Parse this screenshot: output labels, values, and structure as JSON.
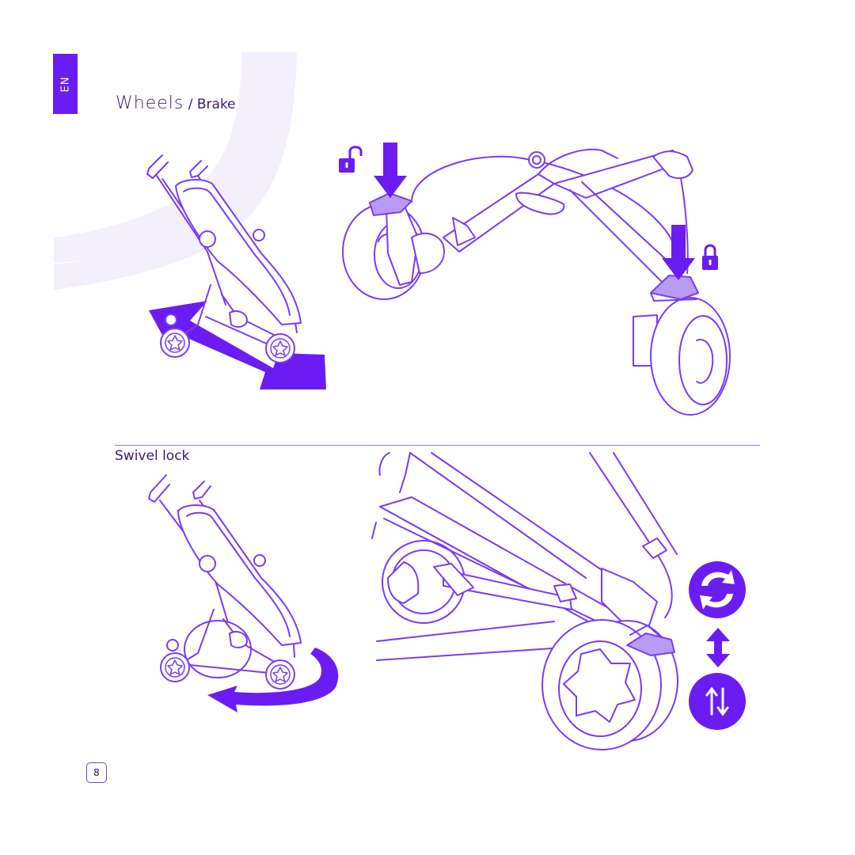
{
  "sidebar": {
    "language_tab": "EN"
  },
  "section_wheels": {
    "title_main": "Wheels",
    "title_sub": " / Brake"
  },
  "section_swivel": {
    "title": "Swivel lock"
  },
  "footer": {
    "page_number": "8"
  },
  "colors": {
    "accent": "#6b1cf2",
    "line": "#7a3cf0",
    "light_band": "#f2eefc",
    "fill_light": "#b89bf3"
  },
  "icons": [
    "unlock-icon",
    "lock-icon",
    "rotate-icon",
    "double-arrow-icon",
    "fixed-direction-icon"
  ]
}
